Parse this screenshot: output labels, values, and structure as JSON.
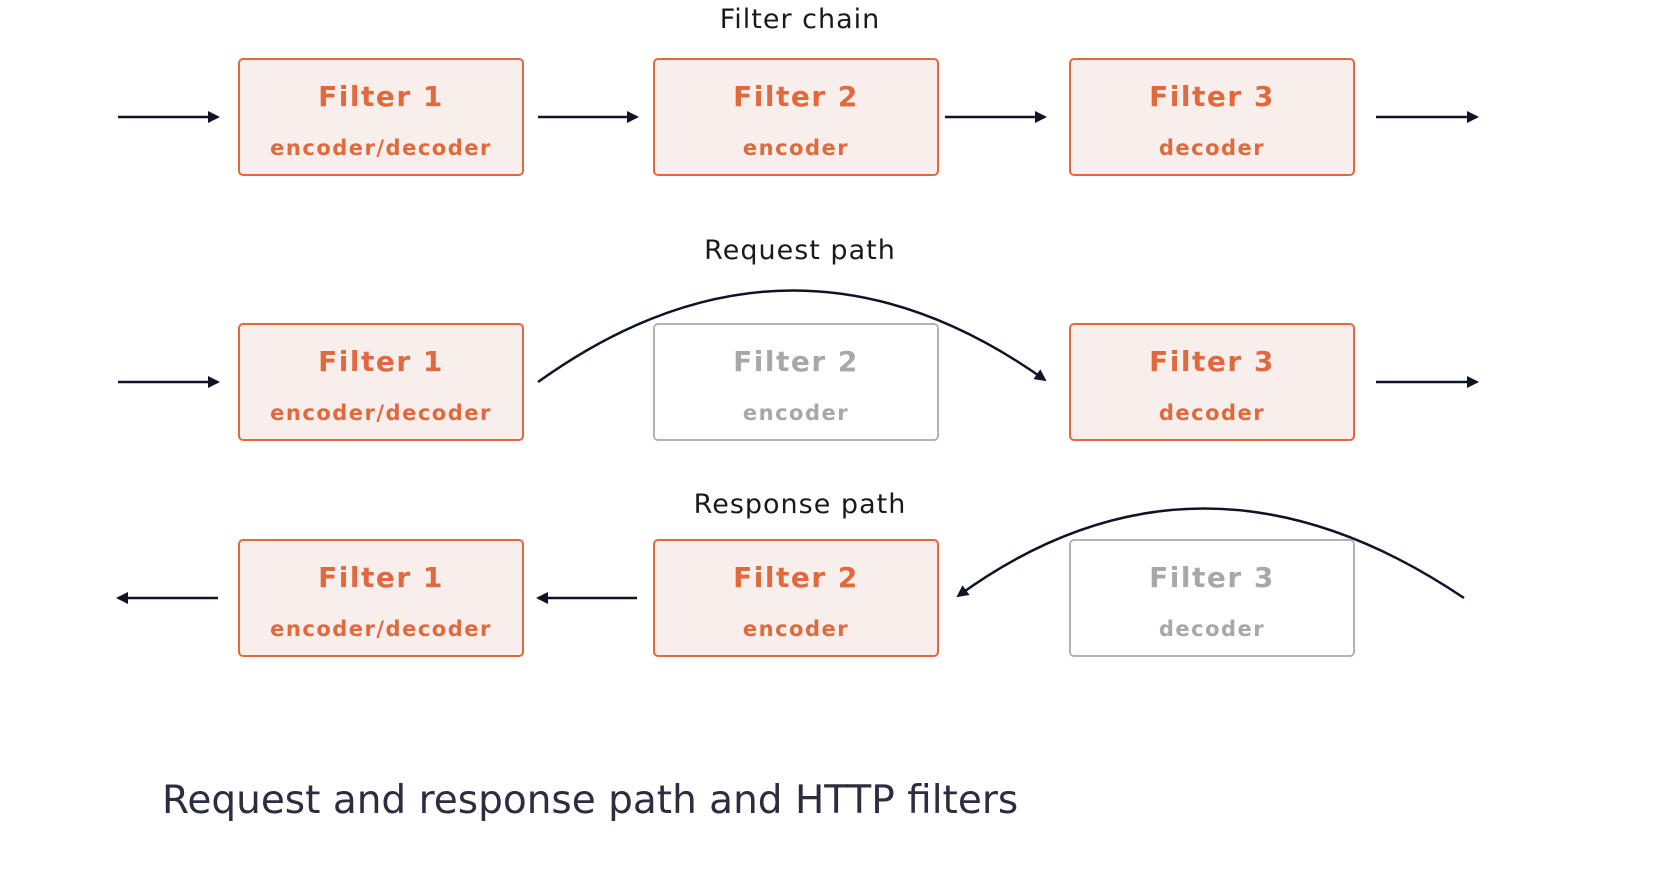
{
  "sections": {
    "filter_chain": {
      "title": "Filter chain",
      "filters": [
        {
          "name": "Filter 1",
          "role": "encoder/decoder",
          "active": true
        },
        {
          "name": "Filter 2",
          "role": "encoder",
          "active": true
        },
        {
          "name": "Filter 3",
          "role": "decoder",
          "active": true
        }
      ]
    },
    "request_path": {
      "title": "Request path",
      "filters": [
        {
          "name": "Filter 1",
          "role": "encoder/decoder",
          "active": true
        },
        {
          "name": "Filter 2",
          "role": "encoder",
          "active": false
        },
        {
          "name": "Filter 3",
          "role": "decoder",
          "active": true
        }
      ]
    },
    "response_path": {
      "title": "Response path",
      "filters": [
        {
          "name": "Filter 1",
          "role": "encoder/decoder",
          "active": true
        },
        {
          "name": "Filter 2",
          "role": "encoder",
          "active": true
        },
        {
          "name": "Filter 3",
          "role": "decoder",
          "active": false
        }
      ]
    }
  },
  "caption": "Request and response path and HTTP filters",
  "colors": {
    "active_accent": "#e06a3e",
    "active_fill": "#f8eeec",
    "inactive": "#b3b3b3",
    "arrow": "#0f1326",
    "caption": "#2c2d3f"
  }
}
